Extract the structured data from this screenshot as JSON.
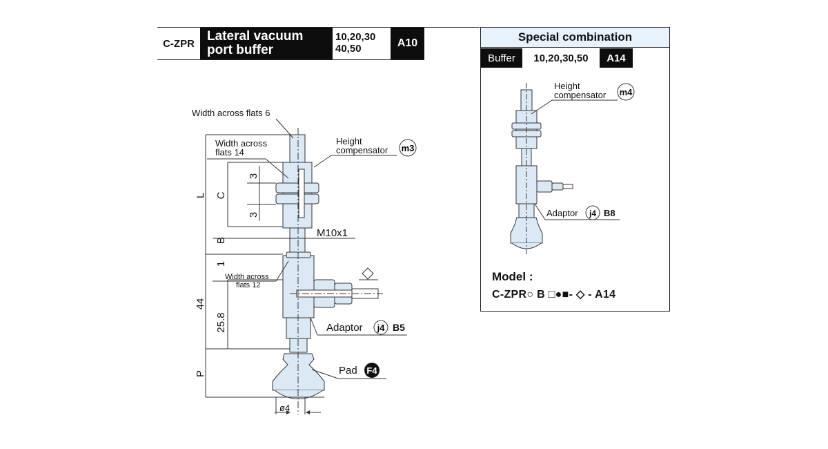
{
  "header": {
    "code": "C-ZPR",
    "title_line1": "Lateral vacuum",
    "title_line2": "port buffer",
    "sizes_line1": "10,20,30",
    "sizes_line2": "40,50",
    "ref": "A10"
  },
  "main_diagram": {
    "width_across_flats_6": "Width across flats 6",
    "width_across_flats_14_line1": "Width across",
    "width_across_flats_14_line2": "flats 14",
    "height_comp_line1": "Height",
    "height_comp_line2": "compensator",
    "height_comp_badge": "m3",
    "thread": "M10x1",
    "width_across_flats_12_line1": "Width across",
    "width_across_flats_12_line2": "flats 12",
    "adaptor_label": "Adaptor",
    "adaptor_badge": "j4",
    "adaptor_ref": "B5",
    "pad_label": "Pad",
    "pad_badge": "F4",
    "dim_L": "L",
    "dim_C": "C",
    "dim_3_top": "3",
    "dim_3_bottom": "3",
    "dim_B": "B",
    "dim_1": "1",
    "dim_44": "44",
    "dim_25_8": "25.8",
    "dim_P": "P",
    "dim_dia4": "ø4"
  },
  "special_combination": {
    "title": "Special combination",
    "buffer_label": "Buffer",
    "sizes": "10,20,30,50",
    "ref": "A14",
    "height_comp_line1": "Height",
    "height_comp_line2": "compensator",
    "height_comp_badge": "m4",
    "adaptor_label": "Adaptor",
    "adaptor_badge": "j4",
    "adaptor_ref": "B8",
    "model_label": "Model :",
    "model_code": "C-ZPR○ B □●■- ◇ - A14"
  },
  "colors": {
    "part_fill": "#dbe9f5",
    "part_stroke": "#333333",
    "title_fill": "#e8f2fb",
    "header_fill": "#0d0d0d"
  }
}
